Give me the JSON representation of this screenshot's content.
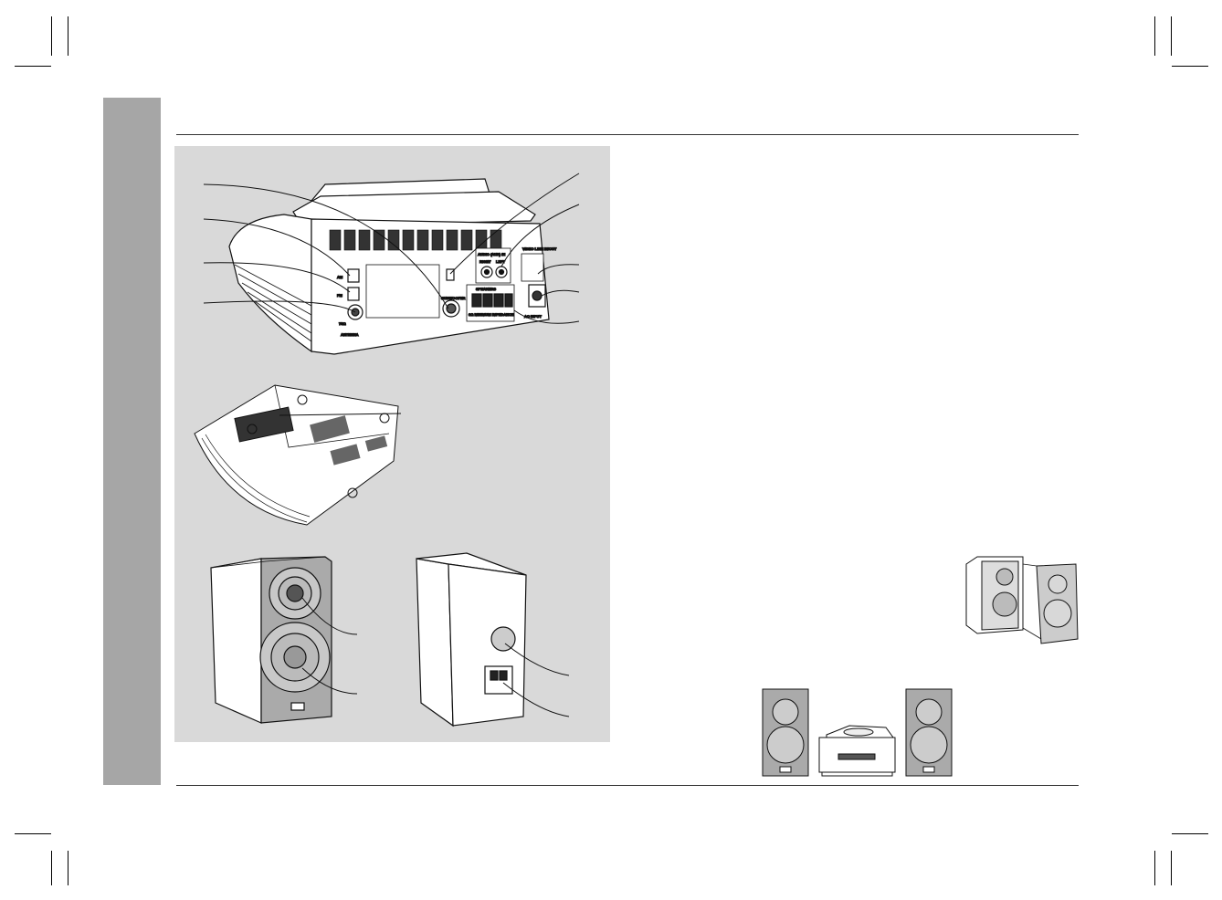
{
  "page": {
    "background": "#ffffff",
    "tab_color": "#a6a6a6",
    "figure_panel_color": "#d9d9d9"
  },
  "rear_panel_labels": {
    "am": "AM",
    "fm": "FM",
    "fm_antenna": "75Ω",
    "antenna": "ANTENNA",
    "subwoofer": "SUBWOOFER",
    "audio_line_in": "AUDIO (AUX) IN",
    "right": "RIGHT",
    "left": "LEFT",
    "video_line": "VIDEO LINE IN/OUT",
    "speakers": "SPEAKERS",
    "ac_input": "AC INPUT",
    "speaker_impedance": "6Ω MINIMUM IMPEDANCE"
  }
}
